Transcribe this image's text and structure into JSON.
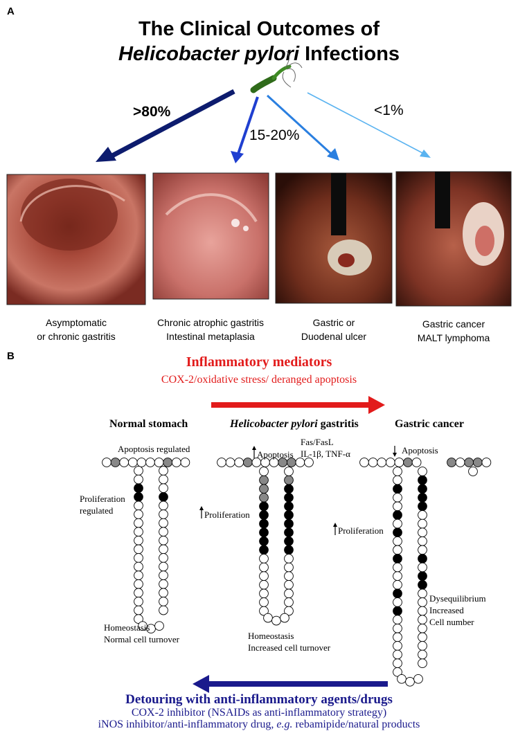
{
  "panel_a": {
    "label": "A",
    "title_line1": "The Clinical Outcomes of",
    "title_line2_italic": "Helicobacter pylori",
    "title_line2_rest": " Infections",
    "percent_left": ">80%",
    "percent_middle": "15-20%",
    "percent_right": "<1%",
    "outcomes": [
      {
        "line1": "Asymptomatic",
        "line2": "or chronic gastritis"
      },
      {
        "line1": "Chronic atrophic gastritis",
        "line2": "Intestinal metaplasia"
      },
      {
        "line1": "Gastric or",
        "line2": "Duodenal ulcer"
      },
      {
        "line1": "Gastric cancer",
        "line2": "MALT lymphoma"
      }
    ],
    "colors": {
      "arrow_dark": "#0d1c6e",
      "arrow_mid": "#1f3fd0",
      "arrow_light": "#2a7fe0",
      "arrow_pale": "#5ab3f0"
    }
  },
  "panel_b": {
    "label": "B",
    "mediators_title": "Inflammatory mediators",
    "mediators_sub": "COX-2/oxidative stress/ deranged apoptosis",
    "stage_normal": "Normal stomach",
    "stage_hp_italic": "Helicobacter pylori",
    "stage_hp_rest": " gastritis",
    "stage_cancer": "Gastric cancer",
    "apoptosis_regulated": "Apoptosis regulated",
    "proliferation_regulated_1": "Proliferation",
    "proliferation_regulated_2": "regulated",
    "apoptosis_up": "Apoptosis",
    "fas": "Fas/FasL",
    "il": "IL-1β, TNF-α",
    "proliferation_up": "Proliferation",
    "apoptosis_down": "Apoptosis",
    "proliferation_up_cancer": "Proliferation",
    "dysequilibrium_1": "Dysequilibrium",
    "dysequilibrium_2": "Increased",
    "dysequilibrium_3": "Cell number",
    "homeostasis_normal_1": "Homeostasis",
    "homeostasis_normal_2": "Normal cell turnover",
    "homeostasis_hp_1": "Homeostasis",
    "homeostasis_hp_2": "Increased cell turnover",
    "detour_title": "Detouring with anti-inflammatory agents/drugs",
    "detour_sub1": "COX-2 inhibitor (NSAIDs as anti-inflammatory strategy)",
    "detour_sub2_a": "iNOS inhibitor/anti-inflammatory drug, ",
    "detour_sub2_italic": "e.g.",
    "detour_sub2_b": " rebamipide/natural products",
    "colors": {
      "red": "#e21b1b",
      "blue": "#1a1a8c"
    }
  }
}
